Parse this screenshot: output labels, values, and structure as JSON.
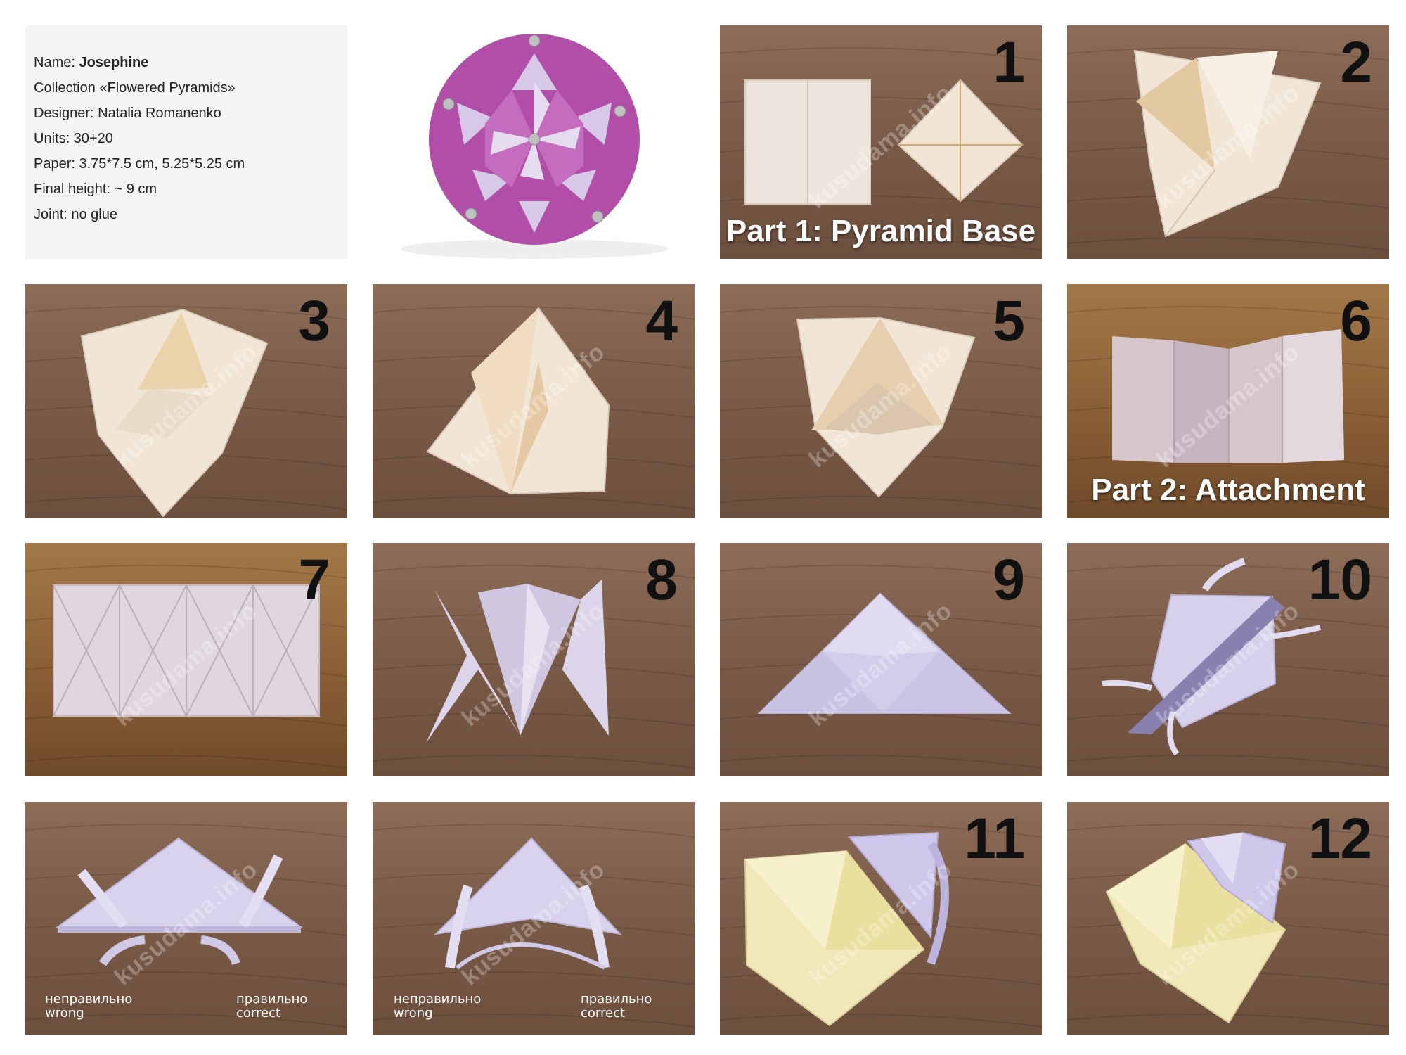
{
  "info": {
    "name_label": "Name:",
    "name_value": "Josephine",
    "collection": "Collection «Flowered Pyramids»",
    "designer": "Designer: Natalia Romanenko",
    "units": "Units: 30+20",
    "paper": "Paper: 3.75*7.5 cm, 5.25*5.25 cm",
    "final_height": "Final height: ~ 9 cm",
    "joint": "Joint: no glue"
  },
  "watermark": "kusudama.info",
  "captions": {
    "part1": "Part 1: Pyramid Base",
    "part2": "Part 2: Attachment"
  },
  "steps": [
    "1",
    "2",
    "3",
    "4",
    "5",
    "6",
    "7",
    "8",
    "9",
    "10",
    "11",
    "12"
  ],
  "notes": {
    "wrong_ru": "неправильно",
    "wrong_en": "wrong",
    "correct_ru": "правильно",
    "correct_en": "correct"
  },
  "colors": {
    "paper_cream": "#f1e6d6",
    "paper_lavender": "#ccc6e6",
    "paper_yellow": "#f0e8b8",
    "kusudama_purple": "#b04ea8"
  }
}
